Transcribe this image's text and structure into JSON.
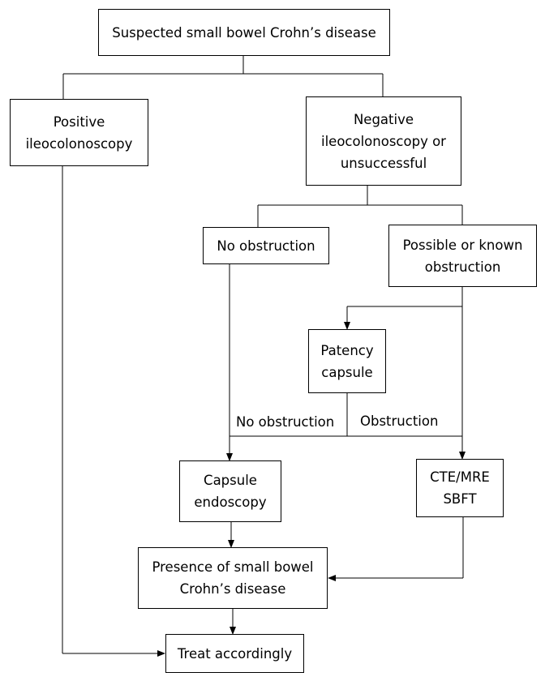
{
  "diagram": {
    "nodes": {
      "suspected": "Suspected small bowel Crohn’s disease",
      "positive": "Positive ileocolonoscopy",
      "negative": "Negative ileocolonoscopy or unsuccessful",
      "no_obstruction": "No obstruction",
      "possible_obstruction": "Possible or known obstruction",
      "patency": "Patency capsule",
      "capsule": "Capsule endoscopy",
      "cte": "CTE/MRE SBFT",
      "presence": "Presence of small bowel Crohn’s disease",
      "treat": "Treat accordingly"
    },
    "edge_labels": {
      "no_obstruction": "No obstruction",
      "obstruction": "Obstruction"
    },
    "colors": {
      "line": "#000000",
      "box_border": "#000000",
      "background": "#ffffff"
    }
  }
}
